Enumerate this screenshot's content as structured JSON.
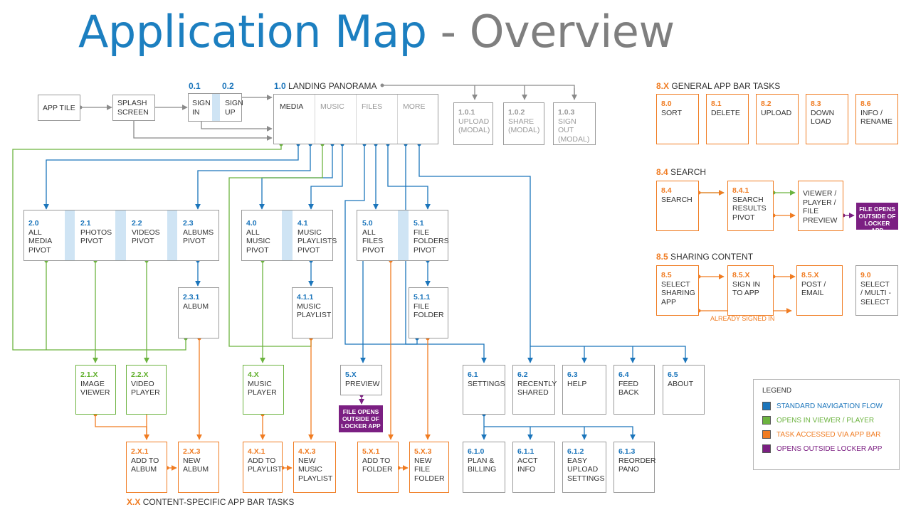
{
  "title": {
    "part1": "Application Map",
    "part2": " - Overview"
  },
  "colors": {
    "blue": "#1b75bb",
    "green": "#6cb33f",
    "orange": "#f07c22",
    "purple": "#7b1f82",
    "gray": "#9a9a9a"
  },
  "top": {
    "app_tile": "APP TILE",
    "splash": "SPLASH SCREEN",
    "sign_in": {
      "num": "0.1",
      "label": "SIGN IN"
    },
    "sign_up": {
      "num": "0.2",
      "label": "SIGN UP"
    },
    "landing": {
      "num": "1.0",
      "label": "LANDING PANORAMA"
    },
    "tabs": [
      "MEDIA",
      "MUSIC",
      "FILES",
      "MORE"
    ],
    "modals": [
      {
        "id": "1.0.1",
        "label": "UPLOAD (MODAL)"
      },
      {
        "id": "1.0.2",
        "label": "SHARE (MODAL)"
      },
      {
        "id": "1.0.3",
        "label": "SIGN OUT (MODAL)"
      }
    ]
  },
  "media": {
    "pivots": [
      {
        "id": "2.0",
        "label": "ALL MEDIA PIVOT"
      },
      {
        "id": "2.1",
        "label": "PHOTOS PIVOT"
      },
      {
        "id": "2.2",
        "label": "VIDEOS PIVOT"
      },
      {
        "id": "2.3",
        "label": "ALBUMS PIVOT"
      }
    ],
    "album": {
      "id": "2.3.1",
      "label": "ALBUM"
    },
    "image_viewer": {
      "id": "2.1.X",
      "label": "IMAGE VIEWER"
    },
    "video_player": {
      "id": "2.2.X",
      "label": "VIDEO PLAYER"
    },
    "add_to_album": {
      "id": "2.X.1",
      "label": "ADD TO ALBUM"
    },
    "new_album": {
      "id": "2.X.3",
      "label": "NEW ALBUM"
    }
  },
  "music": {
    "pivots": [
      {
        "id": "4.0",
        "label": "ALL MUSIC PIVOT"
      },
      {
        "id": "4.1",
        "label": "MUSIC PLAYLISTS PIVOT"
      }
    ],
    "playlist": {
      "id": "4.1.1",
      "label": "MUSIC PLAYLIST"
    },
    "player": {
      "id": "4.X",
      "label": "MUSIC PLAYER"
    },
    "add_to_playlist": {
      "id": "4.X.1",
      "label": "ADD TO PLAYLIST"
    },
    "new_playlist": {
      "id": "4.X.3",
      "label": "NEW MUSIC PLAYLIST"
    }
  },
  "files": {
    "pivots": [
      {
        "id": "5.0",
        "label": "ALL FILES PIVOT"
      },
      {
        "id": "5.1",
        "label": "FILE FOLDERS PIVOT"
      }
    ],
    "folder": {
      "id": "5.1.1",
      "label": "FILE FOLDER"
    },
    "preview": {
      "id": "5.X",
      "label": "PREVIEW"
    },
    "file_opens": "FILE OPENS OUTSIDE OF LOCKER APP",
    "add_to_folder": {
      "id": "5.X.1",
      "label": "ADD TO FOLDER"
    },
    "new_folder": {
      "id": "5.X.3",
      "label": "NEW FILE FOLDER"
    }
  },
  "more": {
    "items": [
      {
        "id": "6.1",
        "label": "SETTINGS"
      },
      {
        "id": "6.2",
        "label": "RECENTLY SHARED"
      },
      {
        "id": "6.3",
        "label": "HELP"
      },
      {
        "id": "6.4",
        "label": "FEED BACK"
      },
      {
        "id": "6.5",
        "label": "ABOUT"
      }
    ],
    "settings": [
      {
        "id": "6.1.0",
        "label": "PLAN & BILLING"
      },
      {
        "id": "6.1.1",
        "label": "ACCT INFO"
      },
      {
        "id": "6.1.2",
        "label": "EASY UPLOAD SETTINGS"
      },
      {
        "id": "6.1.3",
        "label": "REORDER PANO"
      }
    ]
  },
  "content_tasks_header": {
    "num": "X.X",
    "label": "CONTENT-SPECIFIC APP BAR TASKS"
  },
  "general": {
    "header": {
      "num": "8.X",
      "label": "GENERAL APP BAR TASKS"
    },
    "items": [
      {
        "id": "8.0",
        "label": "SORT"
      },
      {
        "id": "8.1",
        "label": "DELETE"
      },
      {
        "id": "8.2",
        "label": "UPLOAD"
      },
      {
        "id": "8.3",
        "label": "DOWN LOAD"
      },
      {
        "id": "8.6",
        "label": "INFO / RENAME"
      }
    ]
  },
  "search": {
    "header": {
      "num": "8.4",
      "label": "SEARCH"
    },
    "box1": {
      "id": "8.4",
      "label": "SEARCH"
    },
    "box2": {
      "id": "8.4.1",
      "label": "SEARCH RESULTS PIVOT"
    },
    "box3": {
      "label": "VIEWER / PLAYER / FILE PREVIEW"
    },
    "file_opens": "FILE OPENS OUTSIDE OF LOCKER APP"
  },
  "sharing": {
    "header": {
      "num": "8.5",
      "label": "SHARING CONTENT"
    },
    "box1": {
      "id": "8.5",
      "label": "SELECT SHARING APP"
    },
    "box2": {
      "id": "8.5.X",
      "label": "SIGN IN TO APP"
    },
    "box3": {
      "id": "8.5.X",
      "label": "POST / EMAIL"
    },
    "box4": {
      "id": "9.0",
      "label": "SELECT / MULTI - SELECT"
    },
    "already": "ALREADY SIGNED IN"
  },
  "legend": {
    "title": "LEGEND",
    "items": [
      {
        "label": "STANDARD NAVIGATION FLOW",
        "color": "#1b75bb"
      },
      {
        "label": "OPENS IN VIEWER / PLAYER",
        "color": "#6cb33f"
      },
      {
        "label": "TASK ACCESSED VIA APP BAR",
        "color": "#f07c22"
      },
      {
        "label": "OPENS OUTSIDE LOCKER APP",
        "color": "#7b1f82"
      }
    ]
  }
}
